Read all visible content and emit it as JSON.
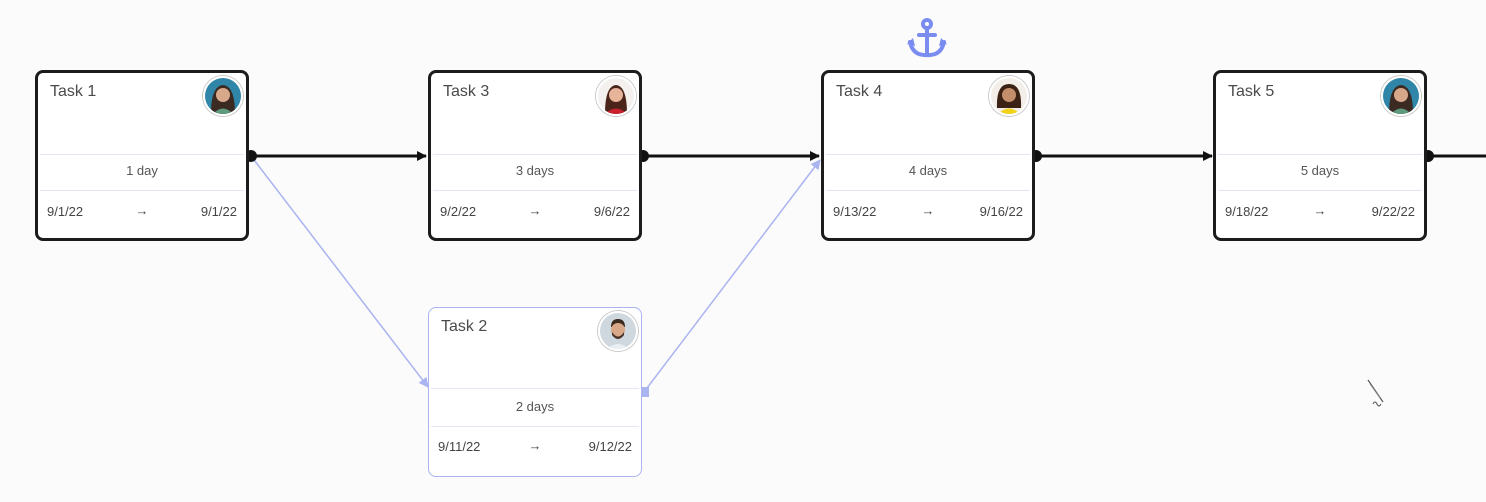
{
  "tasks": [
    {
      "id": "task1",
      "title": "Task 1",
      "duration": "1 day",
      "start": "9/1/22",
      "end": "9/1/22",
      "avatar": "avatar-woman-dark-hair"
    },
    {
      "id": "task3",
      "title": "Task 3",
      "duration": "3 days",
      "start": "9/2/22",
      "end": "9/6/22",
      "avatar": "avatar-woman-red-top"
    },
    {
      "id": "task4",
      "title": "Task 4",
      "duration": "4 days",
      "start": "9/13/22",
      "end": "9/16/22",
      "avatar": "avatar-woman-yellow-top"
    },
    {
      "id": "task5",
      "title": "Task 5",
      "duration": "5 days",
      "start": "9/18/22",
      "end": "9/22/22",
      "avatar": "avatar-woman-dark-hair"
    },
    {
      "id": "task2",
      "title": "Task 2",
      "duration": "2 days",
      "start": "9/11/22",
      "end": "9/12/22",
      "avatar": "avatar-man-beard"
    }
  ],
  "date_arrow": "→",
  "dependencies": [
    {
      "from": "task1",
      "to": "task3",
      "critical": true
    },
    {
      "from": "task3",
      "to": "task4",
      "critical": true
    },
    {
      "from": "task4",
      "to": "task5",
      "critical": true
    },
    {
      "from": "task1",
      "to": "task2",
      "critical": false
    },
    {
      "from": "task2",
      "to": "task4",
      "critical": false
    }
  ],
  "icons": {
    "anchor": "anchor-icon"
  },
  "colors": {
    "critical_path": "#111111",
    "non_critical_path": "#a9b4f0",
    "anchor": "#7b8cf0"
  }
}
